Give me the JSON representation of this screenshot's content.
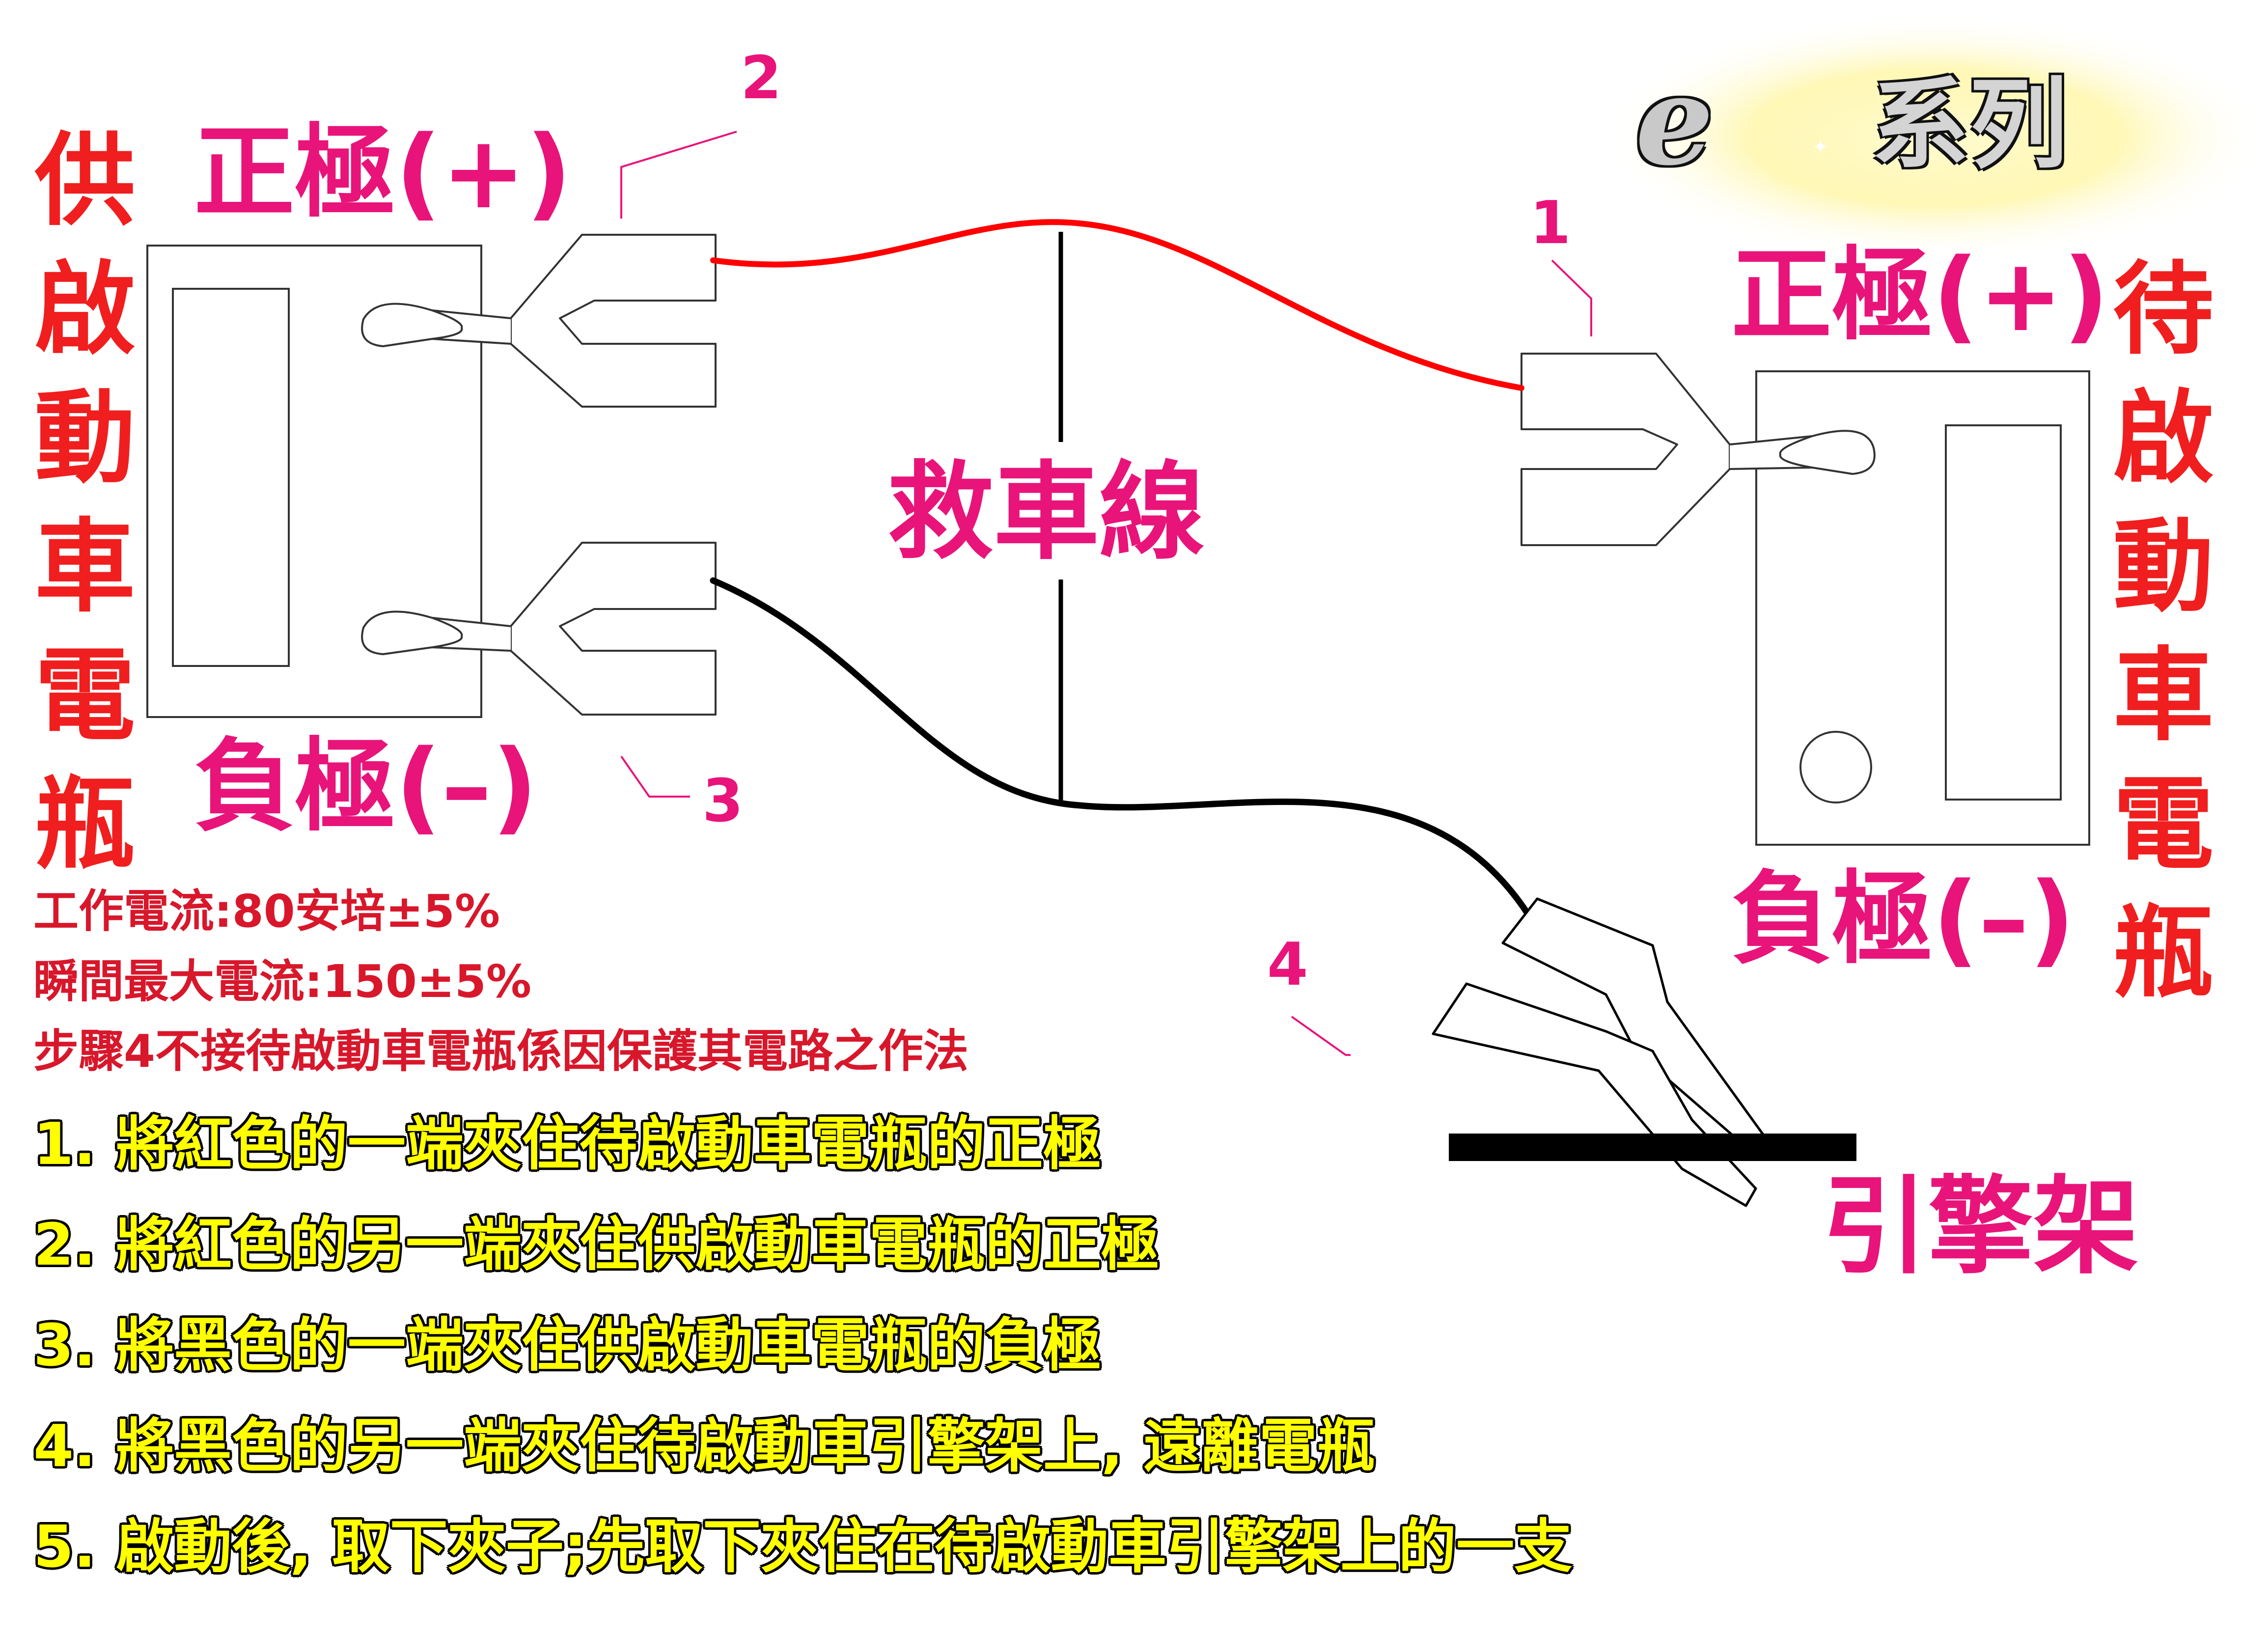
{
  "brand": {
    "letter": "e",
    "text": "系列"
  },
  "left_battery": {
    "label_chars": [
      "供",
      "啟",
      "動",
      "車",
      "電",
      "瓶"
    ],
    "positive": "正極(+)",
    "negative": "負極(–)"
  },
  "right_battery": {
    "label_chars": [
      "待",
      "啟",
      "動",
      "車",
      "電",
      "瓶"
    ],
    "positive": "正極(+)",
    "negative": "負極(–)"
  },
  "cable_label": "救車線",
  "engine_frame_label": "引擎架",
  "callouts": [
    "1",
    "2",
    "3",
    "4"
  ],
  "specs": [
    "工作電流:80安培±5%",
    "瞬間最大電流:150±5%",
    "步驟4不接待啟動車電瓶係因保護其電路之作法"
  ],
  "steps": [
    "1. 將紅色的一端夾住待啟動車電瓶的正極",
    "2. 將紅色的另一端夾住供啟動車電瓶的正極",
    "3. 將黑色的一端夾住供啟動車電瓶的負極",
    "4. 將黑色的另一端夾住待啟動車引擎架上, 遠離電瓶",
    "5. 啟動後, 取下夾子;先取下夾住在待啟動車引擎架上的一支"
  ],
  "colors": {
    "red_label": "#f01e1e",
    "magenta": "#e8147a",
    "spec_red": "#d8172b",
    "step_yellow": "#ffff00",
    "red_cable": "#ff0000",
    "black_cable": "#000000"
  }
}
